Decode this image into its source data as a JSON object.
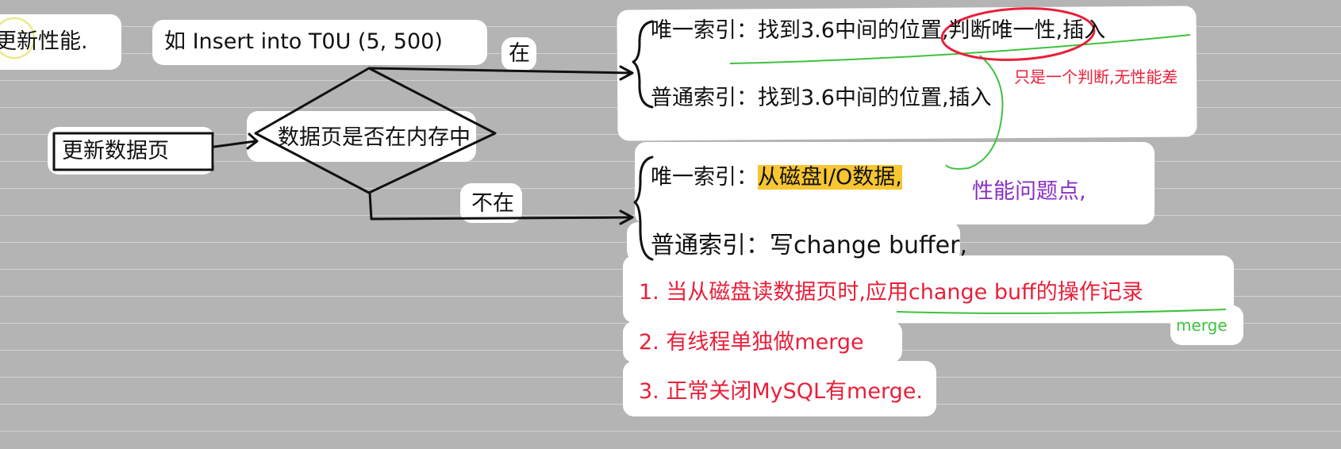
{
  "top_left_note": "更新性能.",
  "example_note": "如 Insert into T0U (5, 500)",
  "update_page_node": "更新数据页",
  "decision_node": "数据页是否在内存中",
  "branch_yes_label": "在",
  "branch_no_label": "不在",
  "in_memory": {
    "unique_prefix": "唯一索引：找到3.6中间的位置,",
    "unique_circled": "判断唯一性,",
    "unique_suffix": "插入",
    "unique_note": "只是一个判断,无性能差",
    "normal": "普通索引：找到3.6中间的位置,插入"
  },
  "not_in_memory": {
    "unique_prefix": "唯一索引：",
    "unique_highlight": "从磁盘I/O数据,",
    "performance_note": "性能问题点,",
    "normal": "普通索引：写change buffer,"
  },
  "merge_steps": [
    "1. 当从磁盘读数据页时,应用change buff的操作记录",
    "2. 有线程单独做merge",
    "3. 正常关闭MySQL有merge."
  ],
  "merge_label": "merge",
  "colors": {
    "ink": "#111111",
    "red": "#e8203a",
    "green": "#3ec23e",
    "purple": "#8a2fc4",
    "highlight": "#f7c631"
  }
}
